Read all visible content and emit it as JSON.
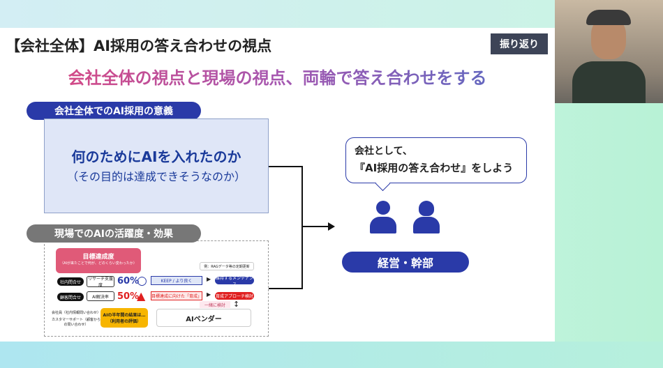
{
  "slide": {
    "title": "【会社全体】AI採用の答え合わせの視点",
    "badge": "振り返り",
    "subtitle": "会社全体の視点と現場の視点、両輪で答え合わせをする",
    "section1": {
      "label": "会社全体でのAI採用の意義",
      "main": "何のためにAIを入れたのか",
      "sub": "（その目的は達成できそうなのか）"
    },
    "section2": {
      "label": "現場でのAIの活躍度・効果",
      "goal_title": "目標達成度",
      "goal_sub": "（AIが来たことで何が、どのくらい変わったか）",
      "row1": {
        "tag": "社内問合せ",
        "metric": "リサーチ支援度",
        "value": "60%",
        "mark": "○"
      },
      "row2": {
        "tag": "顧客問合せ",
        "metric": "AI解決率",
        "value": "50%",
        "mark": "▲"
      },
      "example": "例：RAGデータ等の定期更新",
      "keep": "KEEP / より良く",
      "maintain": "維持するメンテナンス",
      "grow": "目標達成に向けた「育成」",
      "grow_action": "育成アプローチ検討",
      "together": "一緒に検討",
      "vendor": "AIベンダー",
      "users1": "会社員（社内情報問い合わせ）",
      "users2": "カスタマーサポート（顧客からの問い合わせ）",
      "result": "AIの半年間の結果は…（利用者の評価）"
    },
    "bubble": {
      "line1": "会社として、",
      "line2": "『AI採用の答え合わせ』をしよう"
    },
    "management": "経営・幹部"
  },
  "colors": {
    "navy": "#2a3aa8",
    "pink": "#e05a78",
    "red": "#e02020"
  }
}
